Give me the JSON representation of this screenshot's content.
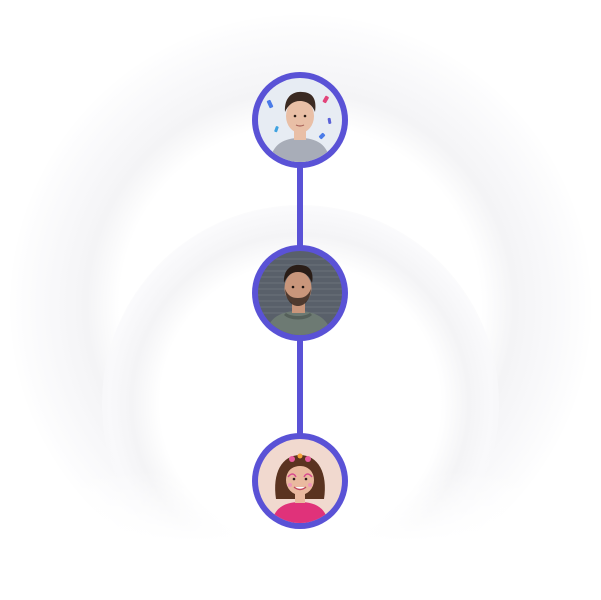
{
  "theme": {
    "accent": "#5a52d6",
    "arc_color": "#f3f3f5"
  },
  "nodes": [
    {
      "id": "person-1",
      "icon": "avatar-young-man-confetti",
      "skin": "#e9bfa6",
      "hair": "#3b2a22",
      "clothing": "#a8adb8",
      "background": "#e7ecf3"
    },
    {
      "id": "person-2",
      "icon": "avatar-bearded-man",
      "skin": "#c9967b",
      "hair": "#2a1d17",
      "clothing": "#6d7a73",
      "background": "#59606a"
    },
    {
      "id": "person-3",
      "icon": "avatar-girl-face-paint",
      "skin": "#eab99f",
      "hair": "#5a3320",
      "clothing": "#e0327a",
      "background": "#f1d9cf"
    }
  ]
}
